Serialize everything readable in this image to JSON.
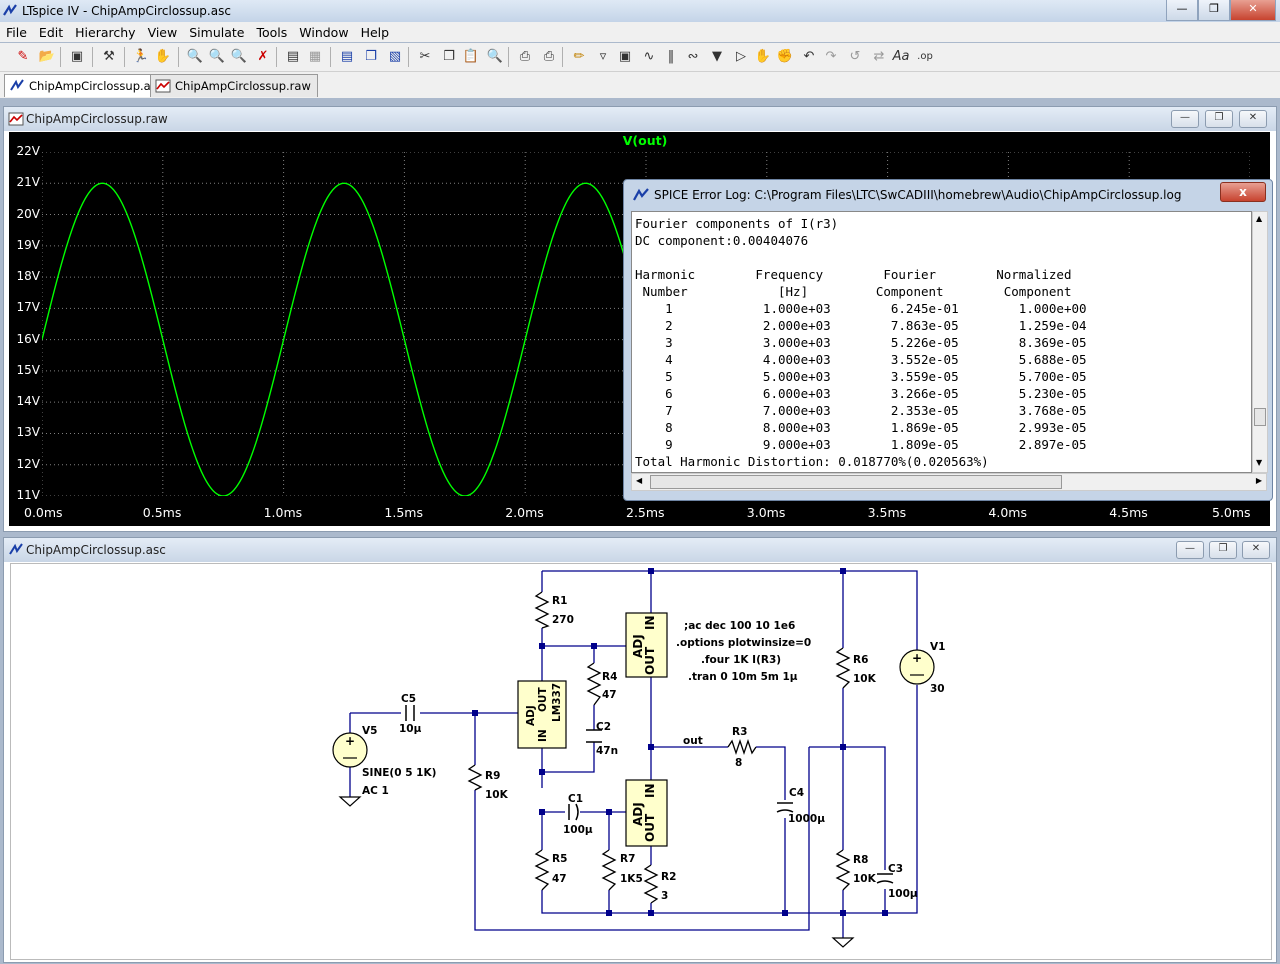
{
  "app": {
    "title": "LTspice IV - ChipAmpCirclossup.asc"
  },
  "menu": [
    "File",
    "Edit",
    "Hierarchy",
    "View",
    "Simulate",
    "Tools",
    "Window",
    "Help"
  ],
  "tabs": [
    {
      "label": "ChipAmpCirclossup.asc",
      "active": true
    },
    {
      "label": "ChipAmpCirclossup.raw",
      "active": false
    }
  ],
  "waveform": {
    "title": "ChipAmpCirclossup.raw",
    "trace_label": "V(out)",
    "y_ticks": [
      "22V",
      "21V",
      "20V",
      "19V",
      "18V",
      "17V",
      "16V",
      "15V",
      "14V",
      "13V",
      "12V",
      "11V"
    ],
    "x_ticks": [
      "0.0ms",
      "0.5ms",
      "1.0ms",
      "1.5ms",
      "2.0ms",
      "2.5ms",
      "3.0ms",
      "3.5ms",
      "4.0ms",
      "4.5ms",
      "5.0ms"
    ]
  },
  "chart_data": {
    "type": "line",
    "title": "V(out)",
    "xlim": [
      0,
      5
    ],
    "ylim": [
      11,
      22
    ],
    "xlabel": "",
    "ylabel": "",
    "series": [
      {
        "name": "V(out)",
        "function": "16 + 5*sin(2*pi*1*t)",
        "amplitude": 5,
        "offset": 16,
        "frequency_per_ms": 1
      }
    ],
    "color": "#00ff00",
    "grid": true
  },
  "error_log": {
    "title": "SPICE Error Log: C:\\Program Files\\LTC\\SwCADIII\\homebrew\\Audio\\ChipAmpCirclossup.log",
    "line1": "Fourier components of I(r3)",
    "line2": "DC component:0.00404076",
    "header1": "Harmonic        Frequency        Fourier        Normalized",
    "header2": " Number            [Hz]         Component        Component",
    "rows": [
      "    1            1.000e+03        6.245e-01        1.000e+00",
      "    2            2.000e+03        7.863e-05        1.259e-04",
      "    3            3.000e+03        5.226e-05        8.369e-05",
      "    4            4.000e+03        3.552e-05        5.688e-05",
      "    5            5.000e+03        3.559e-05        5.700e-05",
      "    6            6.000e+03        3.266e-05        5.230e-05",
      "    7            7.000e+03        2.353e-05        3.768e-05",
      "    8            8.000e+03        1.869e-05        2.993e-05",
      "    9            9.000e+03        1.809e-05        2.897e-05"
    ],
    "thd": "Total Harmonic Distortion: 0.018770%(0.020563%)",
    "close_label": "x"
  },
  "schematic": {
    "title": "ChipAmpCirclossup.asc",
    "directives": [
      ";ac dec 100 10 1e6",
      ".options plotwinsize=0",
      ".four 1K I(R3)",
      ".tran 0 10m 5m 1μ"
    ],
    "labels": {
      "R1": "R1",
      "R1v": "270",
      "R4": "R4",
      "R4v": "47",
      "C2": "C2",
      "C2v": "47n",
      "C5": "C5",
      "C5v": "10μ",
      "V5": "V5",
      "V5v": "SINE(0 5 1K)",
      "V5ac": "AC 1",
      "R9": "R9",
      "R9v": "10K",
      "C1": "C1",
      "C1v": "100μ",
      "R5": "R5",
      "R5v": "47",
      "R7": "R7",
      "R7v": "1K5",
      "R2": "R2",
      "R2v": "3",
      "R3": "R3",
      "R3v": "8",
      "out": "out",
      "C4": "C4",
      "C4v": "1000μ",
      "R6": "R6",
      "R6v": "10K",
      "R8": "R8",
      "R8v": "10K",
      "C3": "C3",
      "C3v": "100μ",
      "V1": "V1",
      "V1v": "30",
      "lm": "LM337",
      "adj": "ADJ",
      "outp": "OUT",
      "inp": "IN"
    }
  }
}
